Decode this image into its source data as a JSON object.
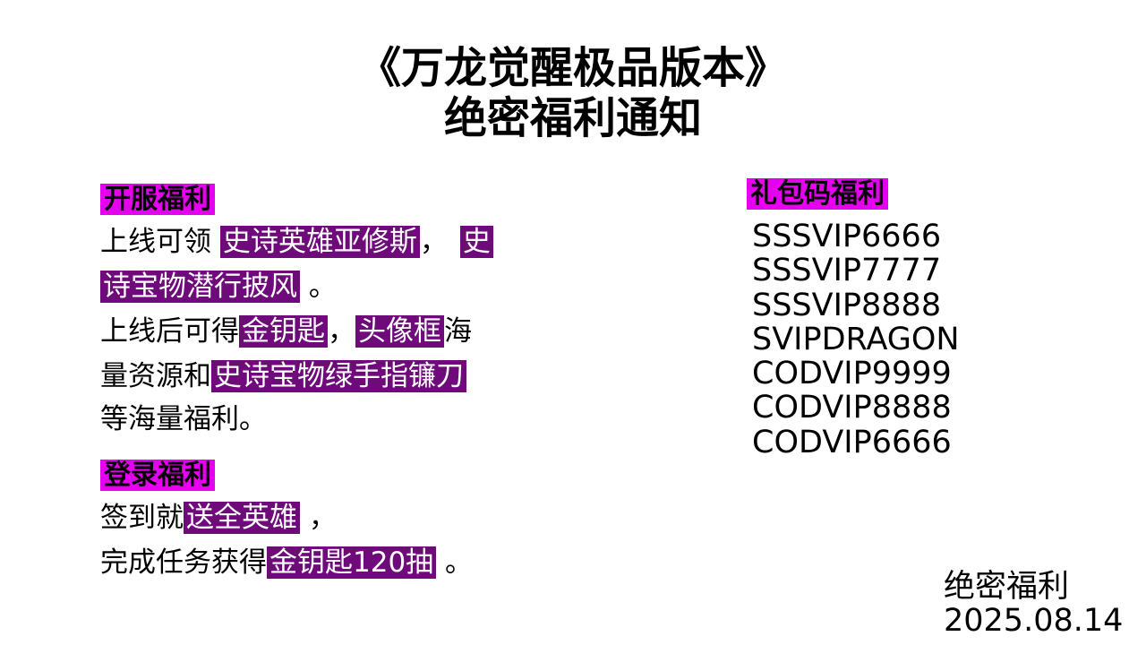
{
  "title": {
    "line1": "《万龙觉醒极品版本》",
    "line2": "绝密福利通知"
  },
  "launch": {
    "heading": "开服福利",
    "l1": [
      "上线可领 ",
      "史诗英雄亚修斯",
      "，",
      "史"
    ],
    "l2": [
      "诗宝物潜行披风",
      " 。"
    ],
    "l3": [
      "上线后可得",
      "金钥匙",
      "，",
      "头像框",
      "海"
    ],
    "l4": [
      "量资源和",
      "史诗宝物绿手指镰刀"
    ],
    "l5": [
      "等海量福利。"
    ]
  },
  "login": {
    "heading": "登录福利",
    "l1": [
      "签到就",
      "送全英雄",
      " ，"
    ],
    "l2": [
      "完成任务获得",
      "金钥匙120抽",
      " 。"
    ]
  },
  "codes": {
    "heading": "礼包码福利",
    "items": [
      "SSSVIP6666",
      "SSSVIP7777",
      "SSSVIP8888",
      "SVIPDRAGON",
      "CODVIP9999",
      "CODVIP8888",
      "CODVIP6666"
    ]
  },
  "footer": {
    "label": "绝密福利",
    "date": "2025.08.14"
  },
  "colors": {
    "heading_bg": "#e600f0",
    "highlight_bg": "#6e0a7a"
  }
}
